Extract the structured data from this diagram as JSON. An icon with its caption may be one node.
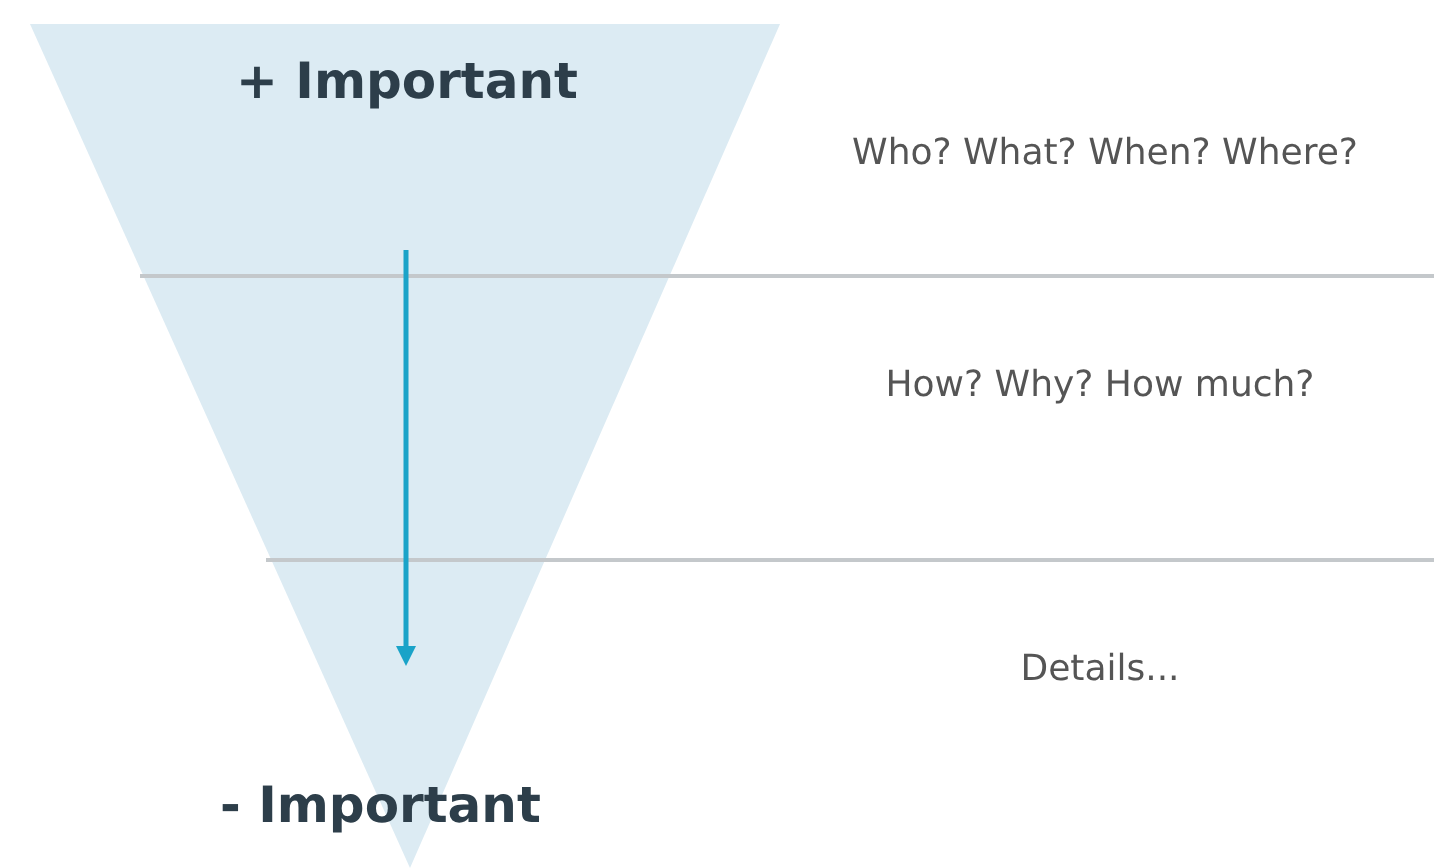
{
  "diagram": {
    "labels": [
      "+ Important",
      "Who? What? When? Where?",
      "How? Why? How much?",
      "Details...",
      "- Important"
    ]
  }
}
